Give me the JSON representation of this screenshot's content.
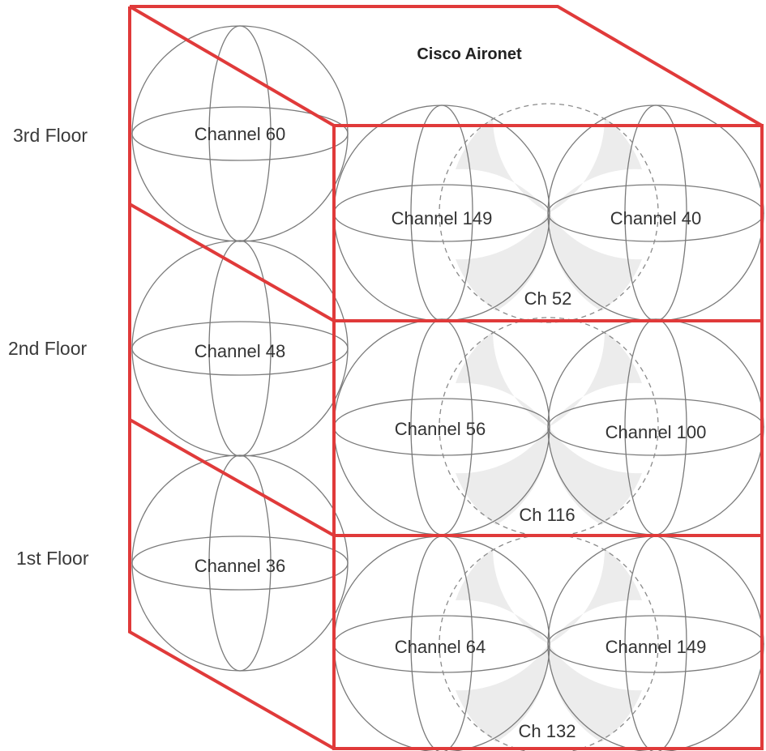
{
  "title": "Cisco Aironet",
  "floors": [
    "3rd Floor",
    "2nd Floor",
    "1st Floor"
  ],
  "side_channels": [
    "Channel 60",
    "Channel 48",
    "Channel 36"
  ],
  "front": [
    {
      "left": "Channel 149",
      "right": "Channel 40",
      "overlap": "Ch 52"
    },
    {
      "left": "Channel 56",
      "right": "Channel 100",
      "overlap": "Ch 116"
    },
    {
      "left": "Channel 64",
      "right": "Channel 149",
      "overlap": "Ch 132"
    }
  ],
  "colors": {
    "outline": "#e03a3a",
    "sphere": "#7a7a7a",
    "overlap_fill": "#ececec"
  }
}
